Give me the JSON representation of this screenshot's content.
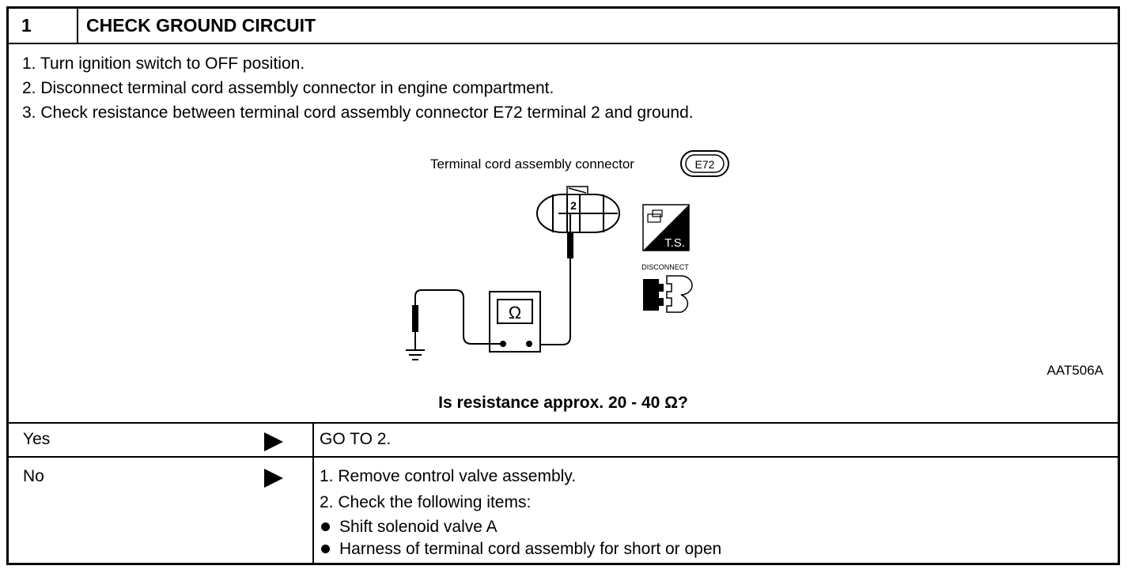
{
  "header": {
    "step_number": "1",
    "title": "CHECK GROUND CIRCUIT"
  },
  "instructions": [
    "1.  Turn ignition switch to OFF position.",
    "2.  Disconnect terminal cord assembly connector in engine compartment.",
    "3.  Check resistance between terminal cord assembly connector E72 terminal 2 and ground."
  ],
  "figure": {
    "connector_label": "Terminal cord assembly connector",
    "connector_id": "E72",
    "terminal_number": "2",
    "meter_symbol": "Ω",
    "ts_label": "T.S.",
    "disconnect_label": "DISCONNECT",
    "figure_code": "AAT506A"
  },
  "question": "Is resistance approx. 20 - 40 Ω?",
  "results": [
    {
      "answer": "Yes",
      "action_lines": [
        "GO TO 2."
      ]
    },
    {
      "answer": "No",
      "action_lines": [
        "1.  Remove control valve assembly.",
        "2.  Check the following items:"
      ],
      "bullets": [
        "Shift solenoid valve A",
        "Harness of terminal cord assembly for short or open"
      ]
    }
  ]
}
